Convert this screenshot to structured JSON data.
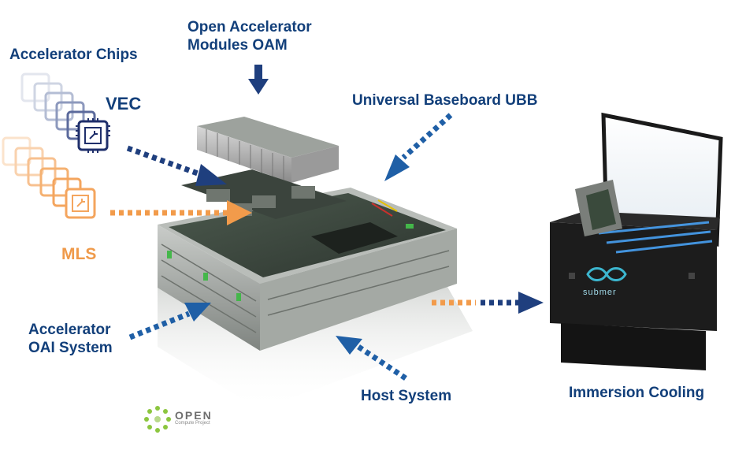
{
  "labels": {
    "accelerator_chips": "Accelerator Chips",
    "vec": "VEC",
    "mls": "MLS",
    "oam_line1": "Open Accelerator",
    "oam_line2": "Modules OAM",
    "ubb": "Universal Baseboard UBB",
    "oai_line1": "Accelerator",
    "oai_line2": "OAI System",
    "host": "Host System",
    "immersion": "Immersion Cooling"
  },
  "logos": {
    "ocp_name": "OPEN",
    "ocp_sub": "Compute Project",
    "submer": "submer"
  },
  "colors": {
    "navy": "#123f7a",
    "orange": "#ef9a4a",
    "vec_chip": "#1f2f6b",
    "mls_chip": "#f4a55e",
    "tank": "#1c1c1c",
    "glow": "#4aa8ff"
  },
  "icons": [
    "chip-icon",
    "dotted-arrow-icon",
    "down-arrow-icon",
    "ocp-logo-icon",
    "submer-logo-icon"
  ]
}
